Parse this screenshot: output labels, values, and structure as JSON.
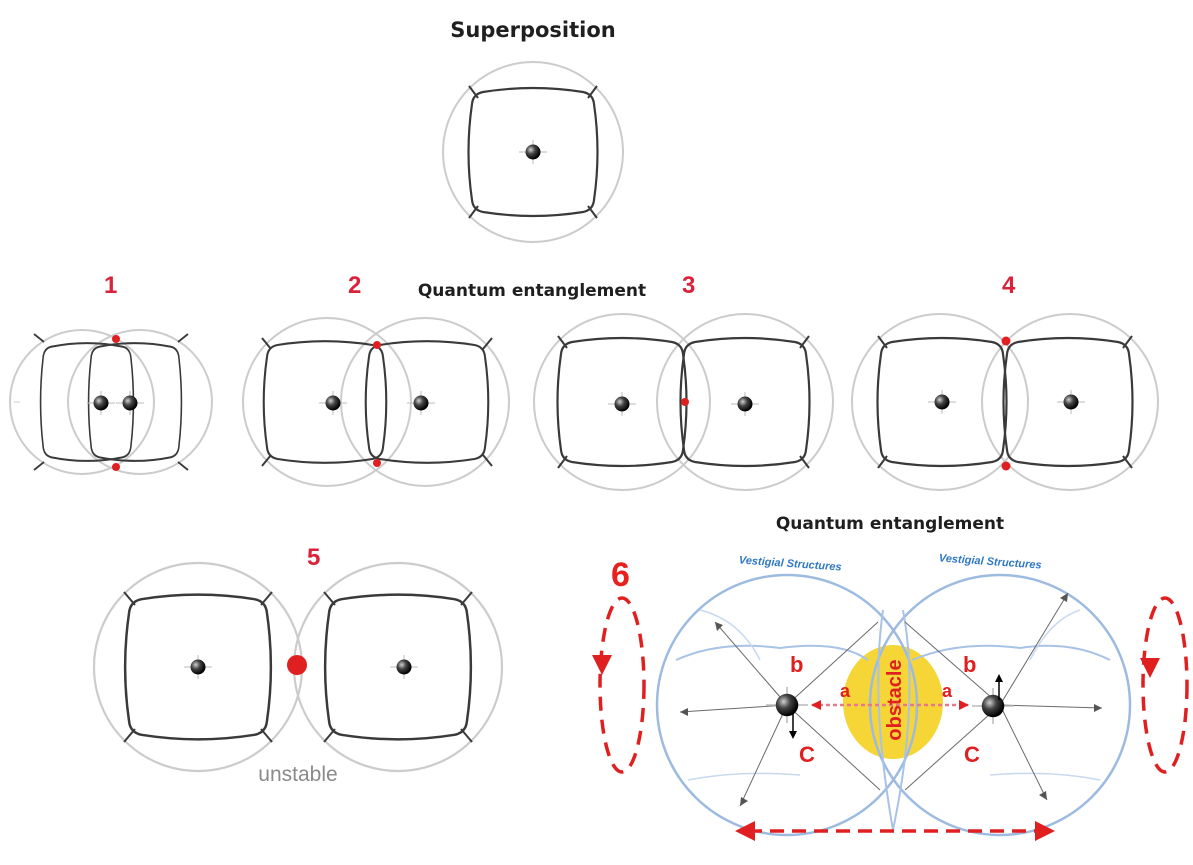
{
  "titles": {
    "superposition": "Superposition",
    "entanglement_top": "Quantum entanglement",
    "entanglement_bottom": "Quantum entanglement"
  },
  "panel_numbers": [
    "1",
    "2",
    "3",
    "4",
    "5",
    "6"
  ],
  "labels": {
    "unstable": "unstable",
    "vestigial_left": "Vestigial Structures",
    "vestigial_right": "Vestigial Structures",
    "obstacle": "obstacle",
    "a": "a",
    "b": "b",
    "c": "C"
  },
  "colors": {
    "outline": "#3a3a3a",
    "outer_circle": "#c8c8c8",
    "red_marker": "#e02020",
    "panel_number": "#d9233a",
    "blue_structure": "#9dbbe0",
    "vestigial_text": "#2f78c4",
    "obstacle_fill": "#f5d020"
  }
}
